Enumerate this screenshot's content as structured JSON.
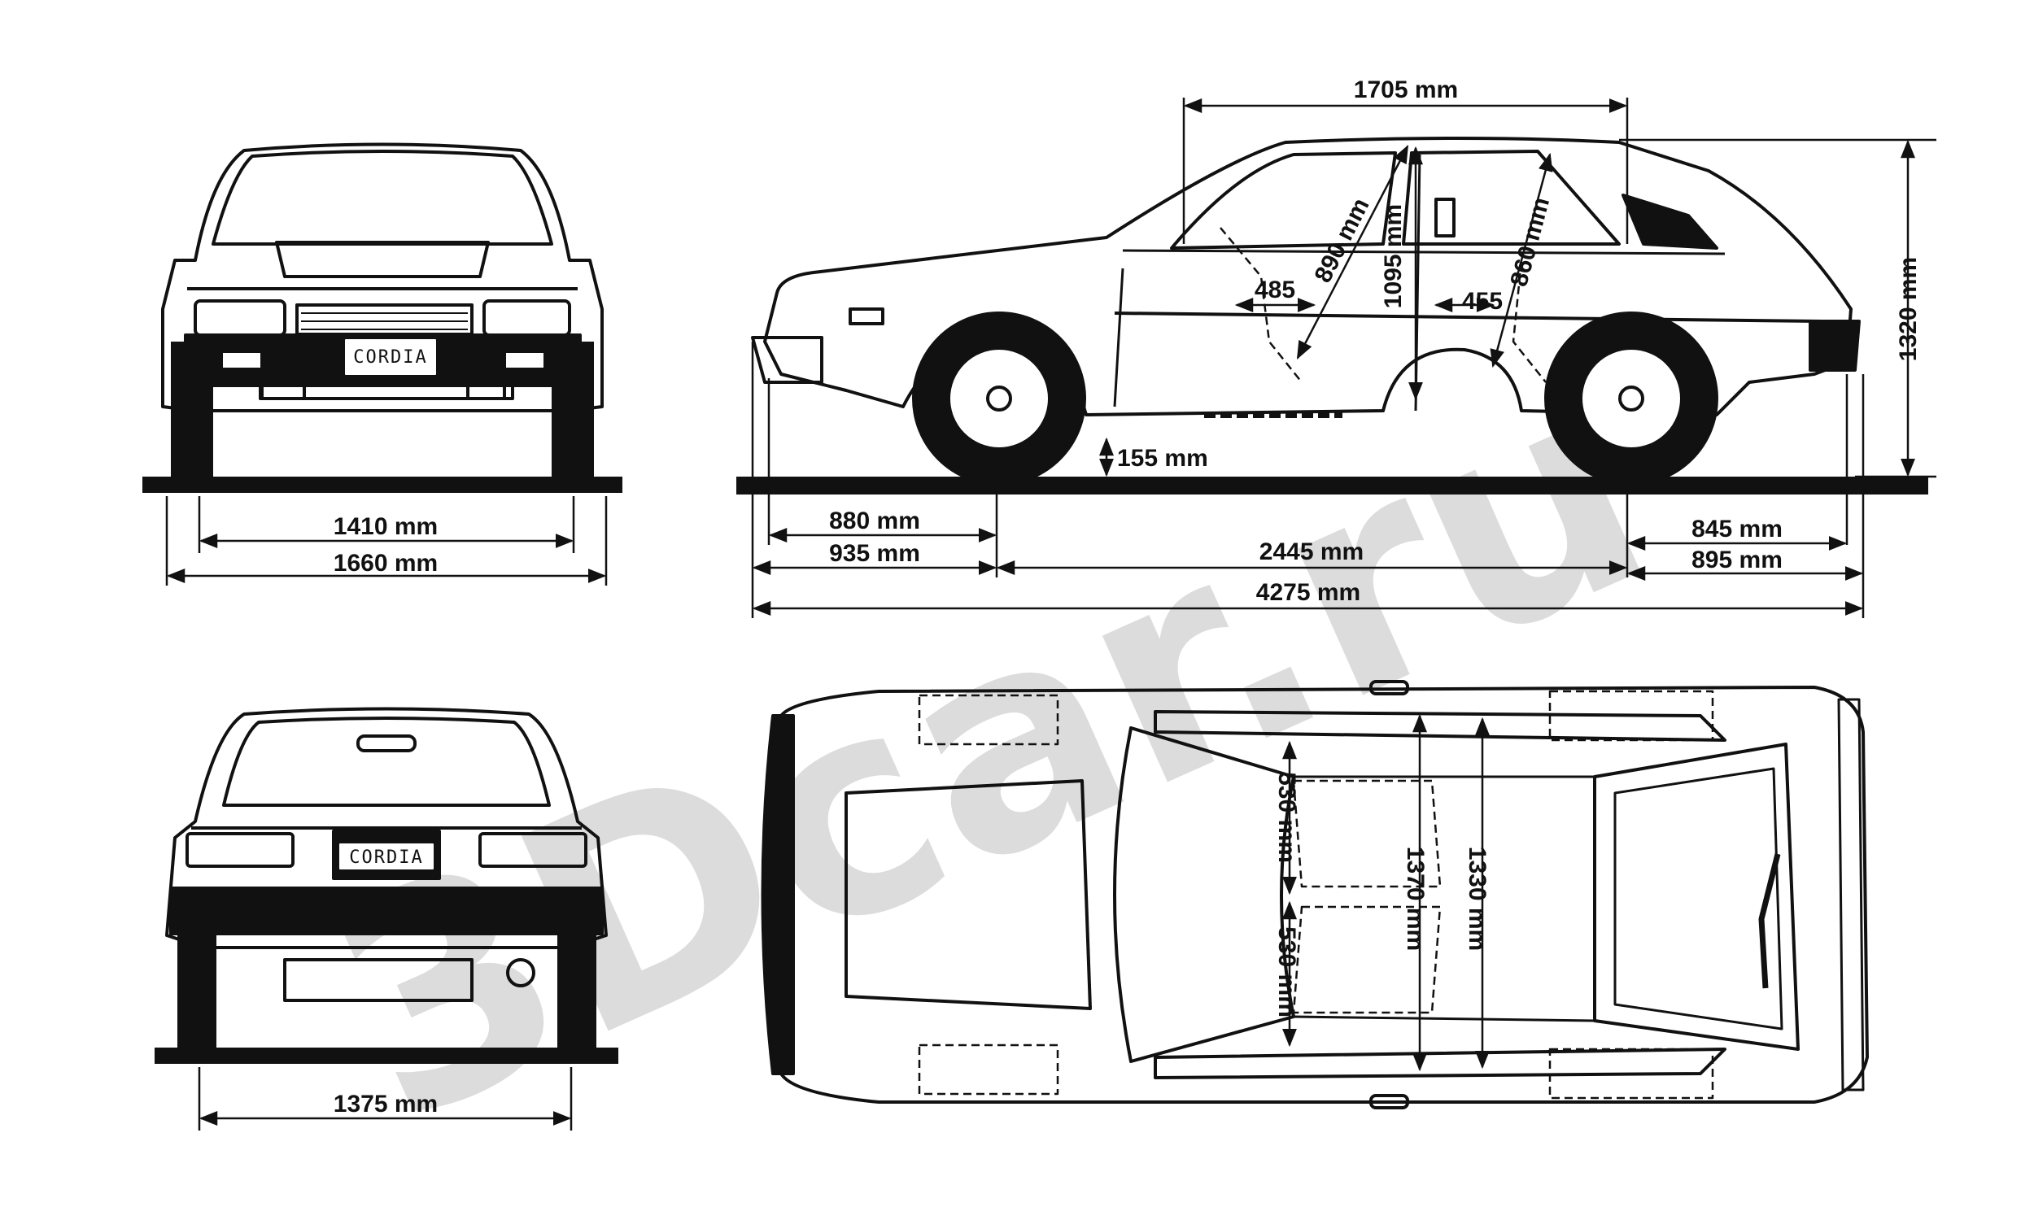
{
  "watermark": {
    "text": "3Dcar.ru",
    "color": "#dcdcdc"
  },
  "badges": {
    "front": "CORDIA",
    "rear": "CORDIA"
  },
  "front_view": {
    "track": "1410 mm",
    "width": "1660 mm"
  },
  "rear_view": {
    "track": "1375 mm"
  },
  "side_view": {
    "roof_length": "1705 mm",
    "height": "1320 mm",
    "ground_clearance": "155 mm",
    "front_overhang_a": "880 mm",
    "front_overhang_b": "935 mm",
    "wheelbase": "2445 mm",
    "rear_overhang_a": "845 mm",
    "rear_overhang_b": "895 mm",
    "length": "4275 mm",
    "front_seat_headroom": "890 mm",
    "interior_height": "1095 mm",
    "rear_seat_headroom": "860 mm",
    "front_seat_travel": "485",
    "rear_legroom": "455"
  },
  "top_view": {
    "front_seat_width_a": "530 mm",
    "front_seat_width_b": "530 mm",
    "shoulder_width_front": "1370 mm",
    "shoulder_width_rear": "1330 mm"
  }
}
